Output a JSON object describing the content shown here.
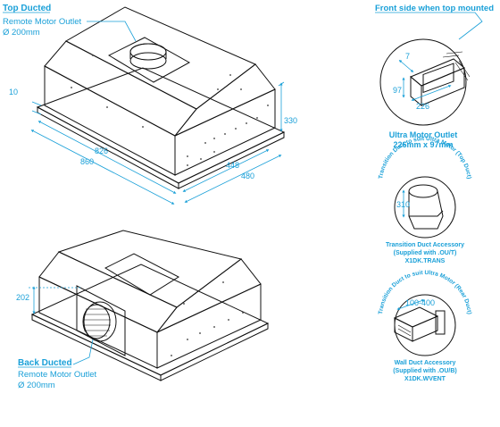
{
  "top_unit": {
    "title": "Top Ducted",
    "outlet_label": "Remote Motor Outlet",
    "outlet_size": "Ø 200mm",
    "dims": {
      "flange": "10",
      "height": "330",
      "inner_width": "826",
      "outer_width": "860",
      "inner_depth": "448",
      "outer_depth": "480"
    }
  },
  "back_unit": {
    "title": "Back Ducted",
    "outlet_label": "Remote Motor Outlet",
    "outlet_size": "Ø 200mm",
    "dims": {
      "height": "202"
    }
  },
  "front_side": {
    "title": "Front side when top mounted",
    "dims": {
      "a": "7",
      "b": "97",
      "c": "226"
    },
    "caption_1": "Ultra Motor Outlet",
    "caption_2": "226mm x 97mm"
  },
  "transition_duct": {
    "arc_text": "Transition Duct to suit Ultra Motor (Top Duct)",
    "dim": "310",
    "caption_1": "Transition Duct Accessory",
    "caption_2": "(Supplied with .OU/T)",
    "caption_3": "X1DK.TRANS"
  },
  "wall_duct": {
    "arc_text": "Transition Duct to suit Ultra Motor (Rear Duct)",
    "dim": "100-400",
    "caption_1": "Wall Duct Accessory",
    "caption_2": "(Supplied with .OU/B)",
    "caption_3": "X1DK.WVENT"
  }
}
